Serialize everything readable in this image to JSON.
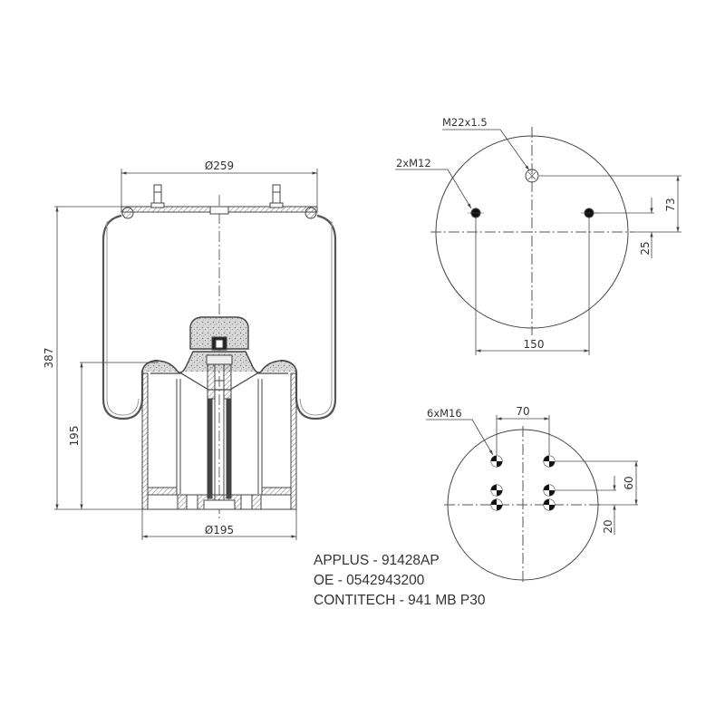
{
  "side_view": {
    "dimensions": {
      "top_diameter": "Ø259",
      "bottom_diameter": "Ø195",
      "total_height": "387",
      "piston_height": "195"
    }
  },
  "top_plate_view": {
    "labels": {
      "center_thread": "M22x1.5",
      "bolt_threads": "2xM12"
    },
    "dimensions": {
      "bolt_spacing": "150",
      "center_offset": "73",
      "bolt_offset": "25"
    }
  },
  "bottom_plate_view": {
    "labels": {
      "bolt_threads": "6xM16"
    },
    "dimensions": {
      "bolt_spacing": "70",
      "row_offset": "60",
      "row_step": "20"
    }
  },
  "part_numbers": [
    "APPLUS - 91428AP",
    "OE - 0542943200",
    "CONTITECH - 941 MB P30"
  ],
  "colors": {
    "line": "#444444",
    "hatch": "#888888",
    "background": "#ffffff"
  }
}
